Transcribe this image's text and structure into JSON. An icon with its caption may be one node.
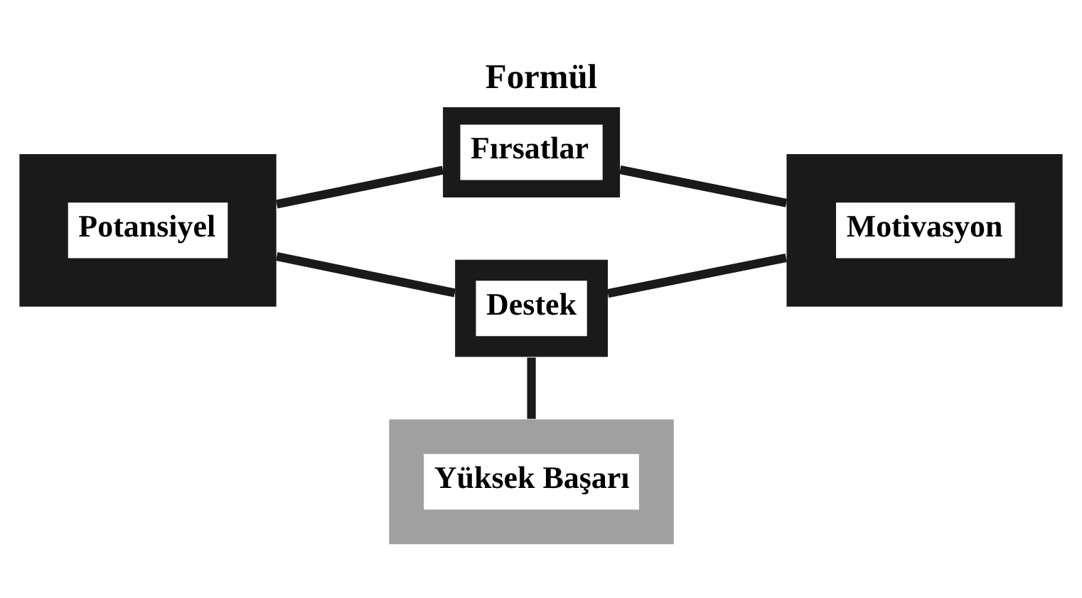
{
  "diagram": {
    "title": "Formül",
    "nodes": [
      {
        "text": [
          "Potansiyel"
        ]
      },
      {
        "text": [
          "Fırsatlar"
        ]
      },
      {
        "text": [
          "Destek"
        ]
      },
      {
        "text": [
          "Motivasyon"
        ]
      },
      {
        "text": [
          "Yüksek Başarı"
        ]
      }
    ],
    "edges": [
      {
        "from": 0,
        "to": 1,
        "arrow": "none"
      },
      {
        "from": 0,
        "to": 2,
        "arrow": "none"
      },
      {
        "from": 1,
        "to": 3,
        "arrow": "none"
      },
      {
        "from": 2,
        "to": 3,
        "arrow": "none"
      },
      {
        "from": 2,
        "to": 4,
        "arrow": "none"
      }
    ]
  }
}
